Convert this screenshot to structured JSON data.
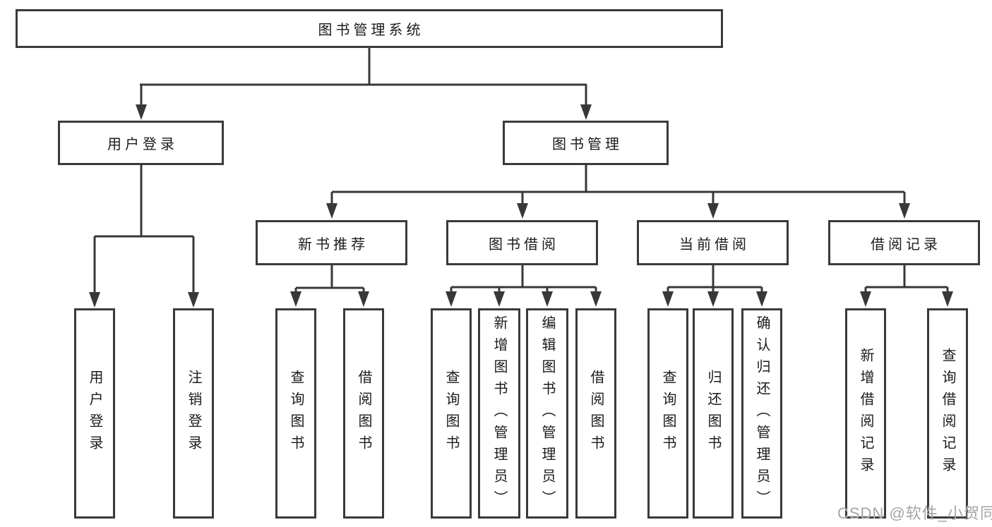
{
  "tree": {
    "label": "图书管理系统",
    "children": [
      {
        "label": "用户登录",
        "children": [
          {
            "label": "用户登录"
          },
          {
            "label": "注销登录"
          }
        ]
      },
      {
        "label": "图书管理",
        "children": [
          {
            "label": "新书推荐",
            "children": [
              {
                "label": "查询图书"
              },
              {
                "label": "借阅图书"
              }
            ]
          },
          {
            "label": "图书借阅",
            "children": [
              {
                "label": "查询图书"
              },
              {
                "label": "新增图书（管理员）"
              },
              {
                "label": "编辑图书（管理员）"
              },
              {
                "label": "借阅图书"
              }
            ]
          },
          {
            "label": "当前借阅",
            "children": [
              {
                "label": "查询图书"
              },
              {
                "label": "归还图书"
              },
              {
                "label": "确认归还（管理员）"
              }
            ]
          },
          {
            "label": "借阅记录",
            "children": [
              {
                "label": "新增借阅记录"
              },
              {
                "label": "查询借阅记录"
              }
            ]
          }
        ]
      }
    ]
  },
  "watermark": {
    "text": "CSDN @软件_小贺同学"
  },
  "colors": {
    "line": "#383838",
    "border": "#3a3a3a",
    "text": "#1b1b1b",
    "watermark": "#a5a5a5"
  }
}
